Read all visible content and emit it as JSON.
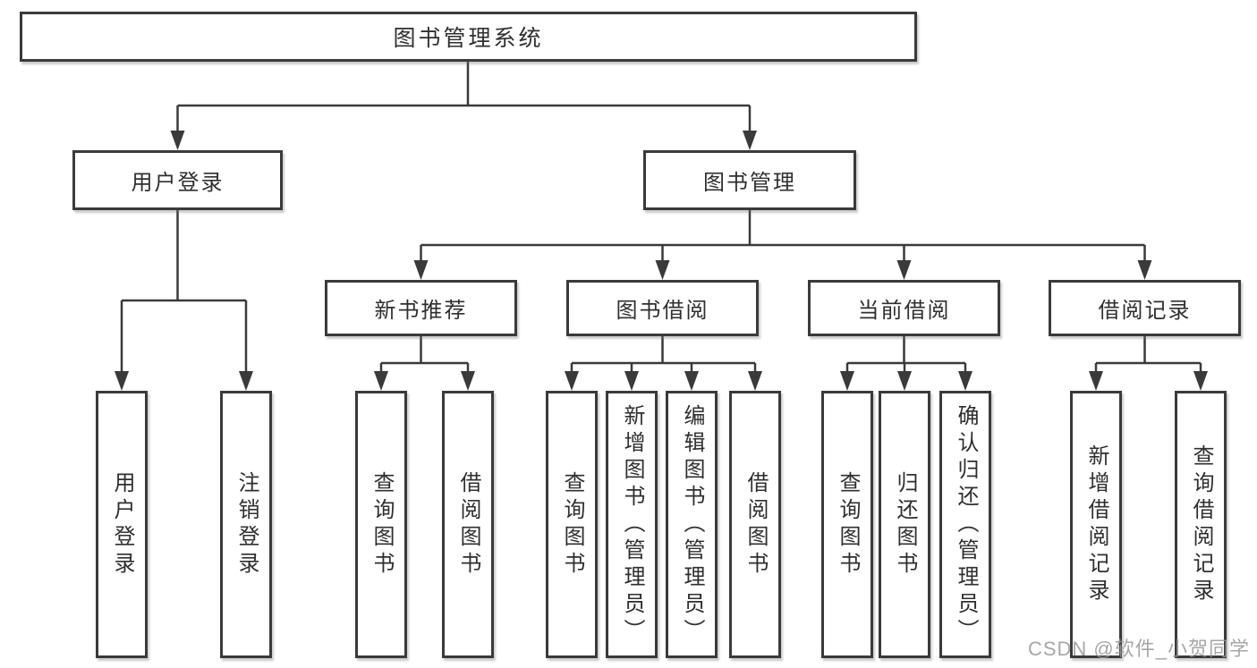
{
  "diagram_type": "hierarchy-tree",
  "tree": {
    "label": "图书管理系统",
    "children": [
      {
        "label": "用户登录",
        "children": [
          {
            "label": "用户登录"
          },
          {
            "label": "注销登录"
          }
        ]
      },
      {
        "label": "图书管理",
        "children": [
          {
            "label": "新书推荐",
            "children": [
              {
                "label": "查询图书"
              },
              {
                "label": "借阅图书"
              }
            ]
          },
          {
            "label": "图书借阅",
            "children": [
              {
                "label": "查询图书"
              },
              {
                "label": "新增图书（管理员）"
              },
              {
                "label": "编辑图书（管理员）"
              },
              {
                "label": "借阅图书"
              }
            ]
          },
          {
            "label": "当前借阅",
            "children": [
              {
                "label": "查询图书"
              },
              {
                "label": "归还图书"
              },
              {
                "label": "确认归还（管理员）"
              }
            ]
          },
          {
            "label": "借阅记录",
            "children": [
              {
                "label": "新增借阅记录"
              },
              {
                "label": "查询借阅记录"
              }
            ]
          }
        ]
      }
    ]
  },
  "watermark": {
    "text": "CSDN @软件_小贺同学"
  },
  "colors": {
    "line": "#3a3a3a",
    "box_border": "#3a3a3a",
    "box_fill": "#ffffff",
    "text": "#2f2f2f",
    "watermark": "#969696",
    "background": "#ffffff"
  }
}
